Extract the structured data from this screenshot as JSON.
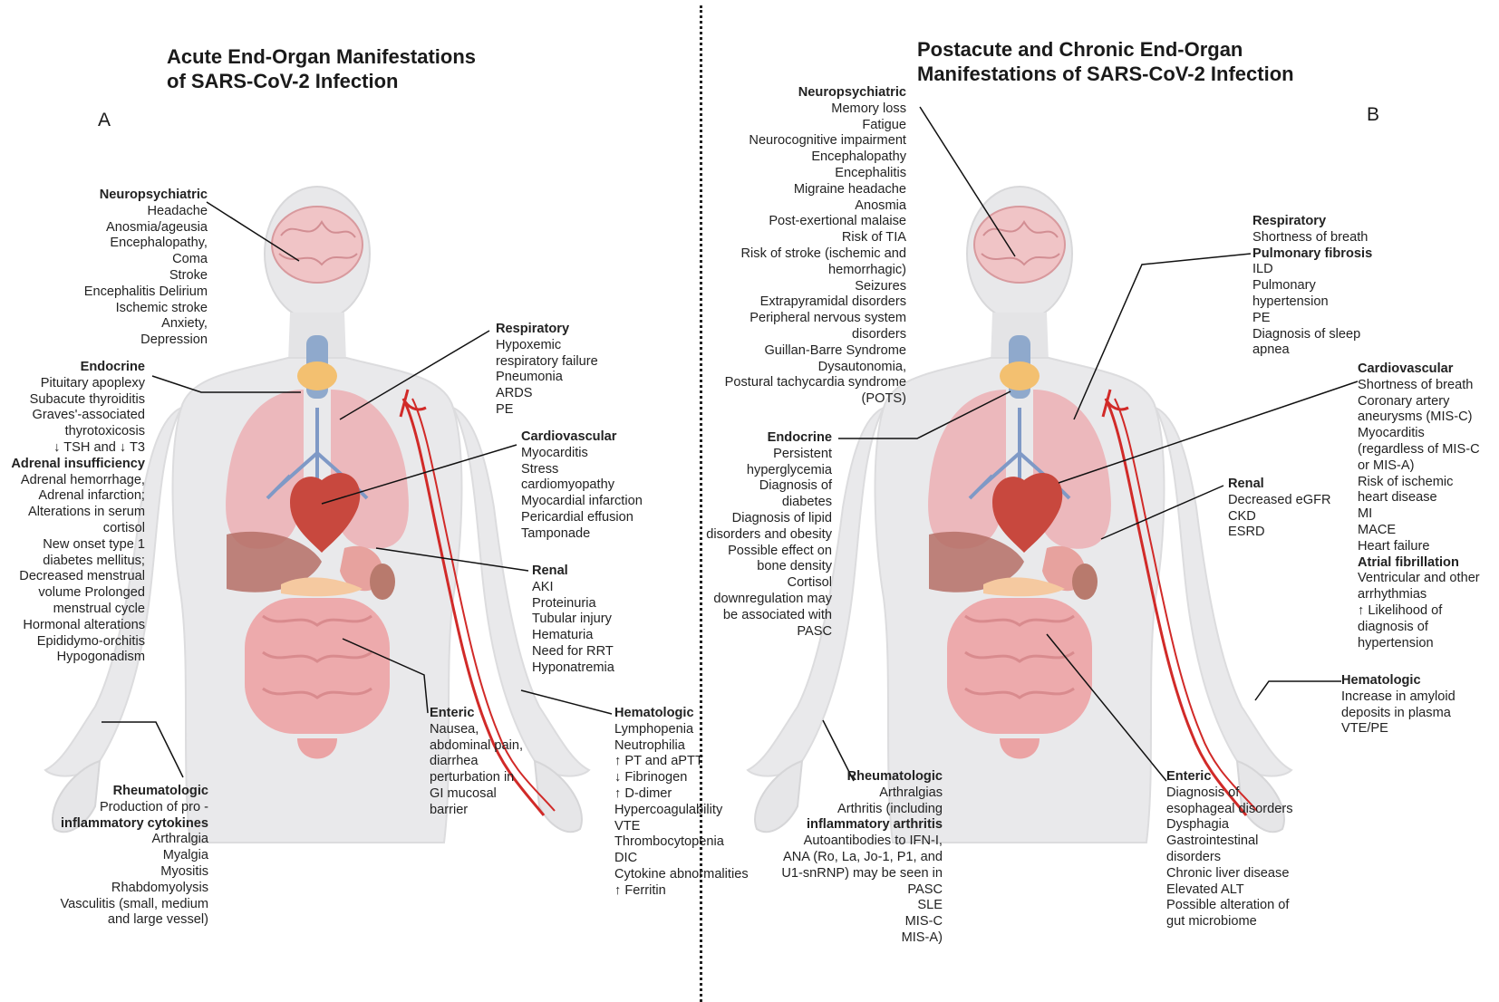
{
  "panelA": {
    "title": "Acute End-Organ Manifestations\nof SARS-CoV-2 Infection",
    "letter": "A",
    "neuro": {
      "heading": "Neuropsychiatric",
      "items": [
        "Headache",
        "Anosmia/ageusia",
        "Encephalopathy,",
        "Coma",
        "Stroke",
        "Encephalitis Delirium",
        "Ischemic stroke",
        "Anxiety,",
        "Depression"
      ]
    },
    "endocrine": {
      "heading": "Endocrine",
      "items": [
        "Pituitary apoplexy",
        "Subacute thyroiditis",
        "Graves'-associated",
        "thyrotoxicosis",
        "↓ TSH and ↓ T3",
        "Adrenal   insufficiency",
        "Adrenal hemorrhage,",
        "Adrenal infarction;",
        "Alterations in serum",
        "cortisol",
        "New onset type 1",
        "diabetes mellitus;",
        "Decreased menstrual",
        "volume  Prolonged",
        "menstrual cycle",
        "Hormonal alterations",
        "Epididymo-orchitis",
        "Hypogonadism"
      ]
    },
    "respiratory": {
      "heading": "Respiratory",
      "items": [
        "Hypoxemic",
        "respiratory failure",
        "Pneumonia",
        "ARDS",
        "PE"
      ]
    },
    "cardio": {
      "heading": "Cardiovascular",
      "items": [
        "Myocarditis",
        "Stress",
        "cardiomyopathy",
        "Myocardial infarction",
        "Pericardial  effusion",
        "Tamponade"
      ]
    },
    "renal": {
      "heading": "Renal",
      "items": [
        "AKI",
        "Proteinuria",
        "Tubular injury",
        "Hematuria",
        "Need for RRT",
        "Hyponatremia"
      ]
    },
    "enteric": {
      "heading": "Enteric",
      "items": [
        "Nausea,",
        "abdominal pain,",
        "diarrhea",
        "perturbation in",
        "GI mucosal",
        "barrier"
      ]
    },
    "hemato": {
      "heading": "Hematologic",
      "items": [
        "Lymphopenia",
        "Neutrophilia",
        "↑ PT and aPTT",
        "↓ Fibrinogen",
        "↑ D-dimer",
        "Hypercoagulability",
        "VTE",
        "Thrombocytopenia",
        "DIC",
        "Cytokine abnormalities",
        "↑ Ferritin"
      ]
    },
    "rheum": {
      "heading": "Rheumatologic",
      "items": [
        "Production of pro -",
        "inflammatory cytokines",
        "Arthralgia",
        "Myalgia",
        "Myositis",
        "Rhabdomyolysis",
        "Vasculitis (small, medium",
        "and large vessel)"
      ]
    }
  },
  "panelB": {
    "title": "Postacute and Chronic End-Organ\nManifestations of SARS-CoV-2 Infection",
    "letter": "B",
    "neuro": {
      "heading": "Neuropsychiatric",
      "items": [
        "Memory loss",
        "Fatigue",
        "Neurocognitive impairment",
        "Encephalopathy",
        "Encephalitis",
        "Migraine headache",
        "Anosmia",
        "Post-exertional malaise",
        "Risk of TIA",
        "Risk of stroke (ischemic and",
        "hemorrhagic)",
        "Seizures",
        "Extrapyramidal disorders",
        "Peripheral nervous system",
        "disorders",
        "Guillan-Barre Syndrome",
        "Dysautonomia,",
        "Postural tachycardia syndrome",
        "(POTS)"
      ]
    },
    "endocrine": {
      "heading": "Endocrine",
      "items": [
        "Persistent",
        "hyperglycemia",
        "Diagnosis of",
        "diabetes",
        "Diagnosis of lipid",
        "disorders and obesity",
        "Possible effect on",
        "bone density",
        "Cortisol",
        "downregulation may",
        "be associated with",
        "PASC"
      ]
    },
    "respiratory": {
      "heading": "Respiratory",
      "items": [
        "Shortness of breath",
        "Pulmonary fibrosis",
        "ILD",
        "Pulmonary",
        "hypertension",
        "PE",
        "Diagnosis of sleep",
        "apnea"
      ]
    },
    "cardio": {
      "heading": "Cardiovascular",
      "items": [
        "Shortness of breath",
        "Coronary artery",
        "aneurysms (MIS-C)",
        "Myocarditis",
        "(regardless of MIS-C",
        "or MIS-A)",
        "Risk of ischemic",
        "heart disease",
        "MI",
        "MACE",
        "Heart failure",
        "Atrial fibrillation",
        "Ventricular and other",
        "arrhythmias",
        "↑ Likelihood of",
        "diagnosis of",
        "hypertension"
      ]
    },
    "renal": {
      "heading": "Renal",
      "items": [
        "Decreased eGFR",
        "CKD",
        "ESRD"
      ]
    },
    "hemato": {
      "heading": "Hematologic",
      "items": [
        "Increase in amyloid",
        "deposits in plasma",
        "VTE/PE"
      ]
    },
    "rheum": {
      "heading": "Rheumatologic",
      "items": [
        "Arthralgias",
        "Arthritis (including",
        "inflammatory arthritis",
        "Autoantibodies to IFN-I,",
        "ANA (Ro, La, Jo-1, P1, and",
        "U1-snRNP) may be seen in",
        "PASC",
        "SLE",
        "MIS-C",
        "MIS-A)"
      ]
    },
    "enteric": {
      "heading": "Enteric",
      "items": [
        "Diagnosis of",
        "esophageal disorders",
        "Dysphagia",
        " Gastrointestinal",
        "disorders",
        "Chronic liver disease",
        "Elevated ALT",
        "Possible alteration of",
        "gut microbiome"
      ]
    }
  }
}
